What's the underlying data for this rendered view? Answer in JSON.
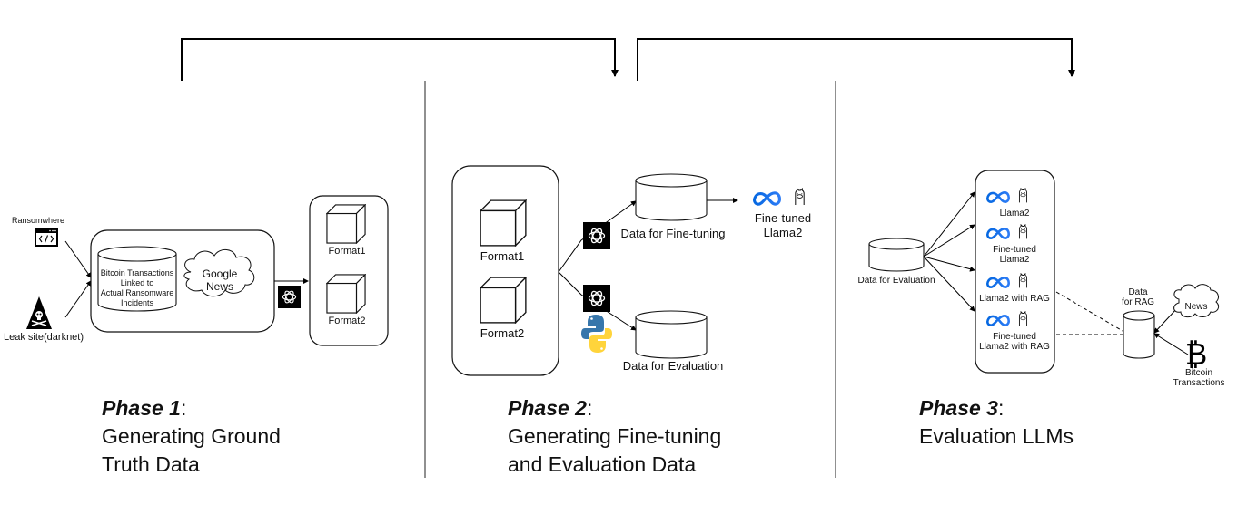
{
  "phase1": {
    "title": "Phase 1",
    "suffix": ":",
    "desc_line1": "Generating Ground",
    "desc_line2": "Truth Data",
    "sources": {
      "ransomwhere": "Ransomwhere",
      "leak_site": "Leak site(darknet)"
    },
    "db_label": [
      "Bitcoin Transactions",
      "Linked to",
      "Actual Ransomware",
      "Incidents"
    ],
    "cloud_label": [
      "Google",
      "News"
    ],
    "formats": [
      "Format1",
      "Format2"
    ]
  },
  "phase2": {
    "title": "Phase 2",
    "suffix": ":",
    "desc_line1": "Generating Fine-tuning",
    "desc_line2": "and Evaluation Data",
    "formats": [
      "Format1",
      "Format2"
    ],
    "finetune_db": "Data for Fine-tuning",
    "eval_db": "Data for Evaluation",
    "model": [
      "Fine-tuned",
      "Llama2"
    ]
  },
  "phase3": {
    "title": "Phase 3",
    "suffix": ":",
    "desc_line1": "Evaluation LLMs",
    "eval_db": "Data for Evaluation",
    "models": [
      {
        "lines": [
          "Llama2"
        ]
      },
      {
        "lines": [
          "Fine-tuned",
          "Llama2"
        ]
      },
      {
        "lines": [
          "Llama2 with RAG"
        ]
      },
      {
        "lines": [
          "Fine-tuned",
          "Llama2 with RAG"
        ]
      }
    ],
    "rag_db": [
      "Data",
      "for RAG"
    ],
    "news_cloud": "News",
    "bitcoin": [
      "Bitcoin",
      "Transactions"
    ]
  },
  "colors": {
    "meta_blue": "#1877F2",
    "meta_blue_dark": "#0a5bd8",
    "python_blue": "#3776AB",
    "python_yellow": "#FFD43B",
    "divider": "#555555"
  }
}
